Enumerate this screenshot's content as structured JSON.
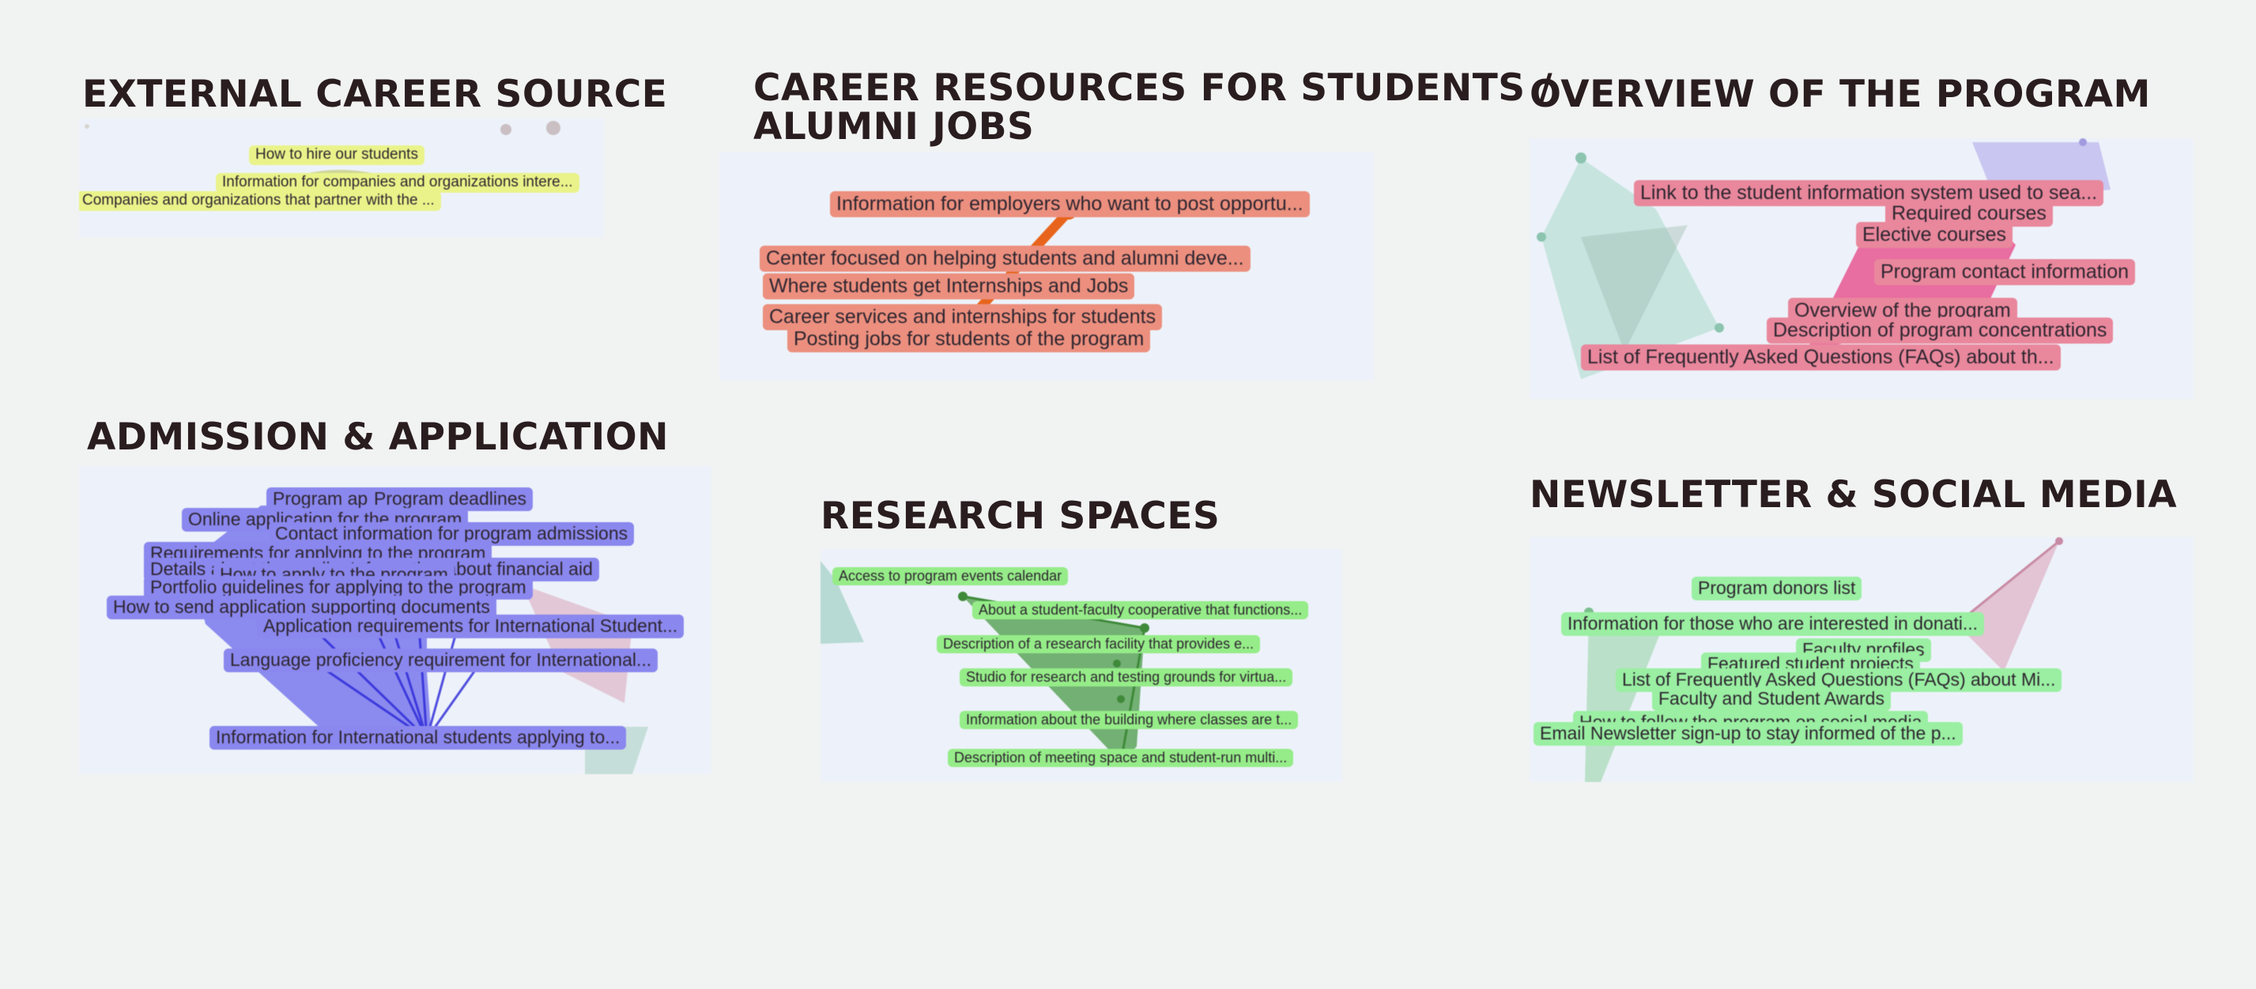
{
  "colors": {
    "external": "#e9f38a",
    "career": "#ec8f7e",
    "overview": "#e9879c",
    "admission": "#8a87ee",
    "research": "#95ec88",
    "newsletter": "#9aefa2"
  },
  "clusters": {
    "external": {
      "title": "EXTERNAL CAREER SOURCE",
      "items": [
        "How to hire our students",
        "Information for companies and organizations intere...",
        "Companies and organizations that partner with the ..."
      ]
    },
    "career": {
      "title_line1": "CAREER RESOURCES FOR STUDENTS /",
      "title_line2": "ALUMNI JOBS",
      "items": [
        "Information for employers who want to post opportu...",
        "Center focused on helping students and alumni deve...",
        "Where students get Internships and Jobs",
        "Career services and internships for students",
        "Posting jobs for students of the program"
      ]
    },
    "overview": {
      "title": "OVERVIEW OF THE PROGRAM",
      "items": [
        "Link to the student information system used to sea...",
        "Required courses",
        "Elective courses",
        "Program contact information",
        "Overview of the program",
        "Description of program concentrations",
        "List of Frequently Asked Questions (FAQs) about th..."
      ]
    },
    "admission": {
      "title": "ADMISSION & APPLICATION",
      "items": [
        "Program application fees",
        "Program deadlines",
        "Online application for the program",
        "Contact information for program admissions",
        "Requirements for applying to the program",
        "Details about the application process",
        "Information about financial aid",
        "How to apply to the program",
        "Portfolio guidelines for applying to the program",
        "How to send application supporting documents",
        "Application requirements for International Student...",
        "Language proficiency requirement for International...",
        "Information for International students applying to..."
      ]
    },
    "research": {
      "title": "RESEARCH SPACES",
      "items": [
        "Access to program events calendar",
        "About a student-faculty cooperative that functions...",
        "Description of a research facility that provides e...",
        "Studio for research and testing grounds for virtua...",
        "Information about the building where classes are t...",
        "Description of meeting space and student-run multi..."
      ]
    },
    "newsletter": {
      "title": "NEWSLETTER & SOCIAL MEDIA",
      "items": [
        "Program donors list",
        "Information for those who are interested in donati...",
        "Faculty profiles",
        "Featured student projects",
        "List of Frequently Asked Questions (FAQs) about Mi...",
        "Faculty and Student Awards",
        "How to follow the program on social media",
        "Email Newsletter sign-up to stay informed of the p..."
      ]
    }
  }
}
